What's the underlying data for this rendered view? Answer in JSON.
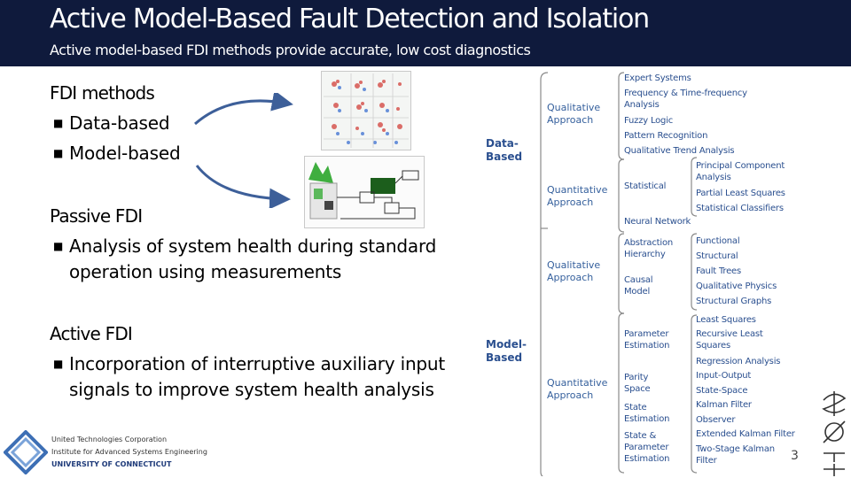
{
  "header": {
    "title": "Active Model-Based Fault Detection and Isolation",
    "subtitle": "Active model-based FDI methods provide accurate, low cost diagnostics"
  },
  "left": {
    "fdi_methods_heading": "FDI methods",
    "fdi_bullets": [
      "Data-based",
      "Model-based"
    ],
    "passive_heading": "Passive FDI",
    "passive_bullet": [
      "Analysis of system health during standard",
      "operation using measurements"
    ],
    "active_heading": "Active FDI",
    "active_bullet": [
      "Incorporation of interruptive auxiliary input",
      "signals to improve system health analysis"
    ]
  },
  "tree": {
    "data_based": "Data-\nBased",
    "model_based": "Model-\nBased",
    "qual_approach_1": "Qualitative\nApproach",
    "quant_approach_1": "Quantitative\nApproach",
    "qual_approach_2": "Qualitative\nApproach",
    "quant_approach_2": "Quantitative\nApproach",
    "expert_systems": "Expert Systems",
    "freq_analysis": "Frequency & Time-frequency\nAnalysis",
    "fuzzy_logic": "Fuzzy Logic",
    "pattern_recognition": "Pattern Recognition",
    "qual_trend": "Qualitative Trend Analysis",
    "statistical": "Statistical",
    "pca": "Principal Component\nAnalysis",
    "pls": "Partial Least Squares",
    "stat_class": "Statistical Classifiers",
    "neural_network": "Neural Network",
    "abstraction": "Abstraction\nHierarchy",
    "causal_model": "Causal\nModel",
    "functional": "Functional",
    "structural": "Structural",
    "fault_trees": "Fault Trees",
    "qual_physics": "Qualitative Physics",
    "struct_graphs": "Structural Graphs",
    "param_est": "Parameter\nEstimation",
    "parity_space": "Parity\nSpace",
    "state_est": "State\nEstimation",
    "state_param_est": "State &\nParameter\nEstimation",
    "least_squares": "Least Squares",
    "recursive_ls": "Recursive Least\nSquares",
    "regression": "Regression Analysis",
    "input_output": "Input-Output",
    "state_space": "State-Space",
    "kalman": "Kalman Filter",
    "observer": "Observer",
    "ekf": "Extended Kalman Filter",
    "two_stage_kf": "Two-Stage Kalman\nFilter"
  },
  "footer": {
    "org_1": "United Technologies Corporation",
    "org_2": "Institute for Advanced Systems Engineering",
    "org_3": "UNIVERSITY OF CONNECTICUT",
    "page_number": "3"
  },
  "colors": {
    "header_bg": "#0f1a3c",
    "tree_text": "#2a4f8f",
    "arrow": "#3d5f99"
  }
}
